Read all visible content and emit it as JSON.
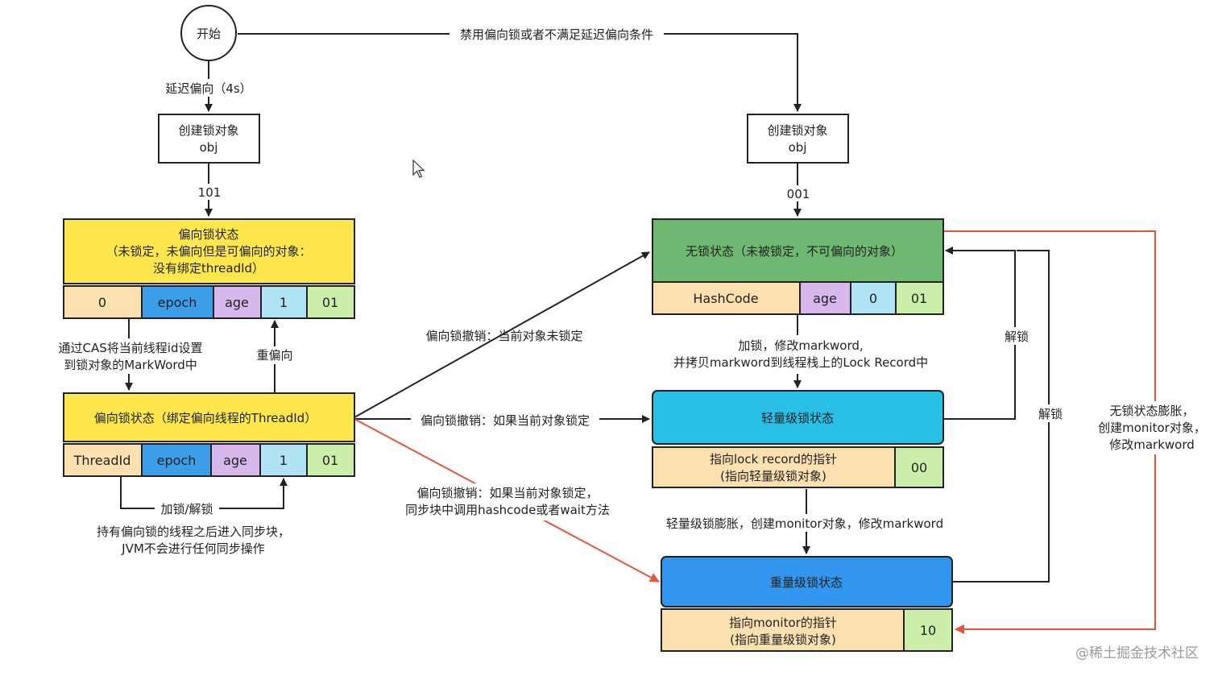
{
  "colors": {
    "yellow": "#fde74c",
    "peach": "#fce0b0",
    "blue": "#3c9ee8",
    "lavender": "#d7b8ec",
    "sky": "#b0e4f4",
    "lime": "#cbeeaa",
    "green": "#6fb872",
    "cyan": "#29bfe6",
    "heavy_blue": "#3296ee",
    "red": "#e8553a",
    "line": "#222222"
  },
  "start": {
    "label": "开始"
  },
  "edges": {
    "disable_bias": "禁用偏向锁或者不满足延迟偏向条件",
    "delay_bias": "延迟偏向（4s）",
    "bits_101": "101",
    "bits_001": "001",
    "cas_line1": "通过CAS将当前线程id设置",
    "cas_line2": "到锁对象的MarkWord中",
    "rebias": "重偏向",
    "revoke_unlocked": "偏向锁撤销：当前对象未锁定",
    "revoke_locked": "偏向锁撤销：如果当前对象锁定",
    "revoke_hash_line1": "偏向锁撤销：如果当前对象锁定，",
    "revoke_hash_line2": "同步块中调用hashcode或者wait方法",
    "lock_unlock": "加锁/解锁",
    "hold_line1": "持有偏向锁的线程之后进入同步块，",
    "hold_line2": "JVM不会进行任何同步操作",
    "lock_copy_line1": "加锁，修改markword,",
    "lock_copy_line2": "并拷贝markword到线程栈上的Lock Record中",
    "unlock_1": "解锁",
    "unlock_2": "解锁",
    "light_inflate": "轻量级锁膨胀，创建monitor对象，修改markword",
    "nolock_inflate_line1": "无锁状态膨胀，",
    "nolock_inflate_line2": "创建monitor对象，",
    "nolock_inflate_line3": "修改markword"
  },
  "create_left": {
    "line1": "创建锁对象",
    "line2": "obj"
  },
  "create_right": {
    "line1": "创建锁对象",
    "line2": "obj"
  },
  "biasable": {
    "line1": "偏向锁状态",
    "line2": "（未锁定，未偏向但是可偏向的对象：",
    "line3": "没有绑定threadId）",
    "cells": [
      "0",
      "epoch",
      "age",
      "1",
      "01"
    ]
  },
  "biased": {
    "title": "偏向锁状态（绑定偏向线程的ThreadId）",
    "cells": [
      "ThreadId",
      "epoch",
      "age",
      "1",
      "01"
    ]
  },
  "nolock": {
    "title": "无锁状态（未被锁定，不可偏向的对象）",
    "cells": [
      "HashCode",
      "age",
      "0",
      "01"
    ]
  },
  "light": {
    "title": "轻量级锁状态",
    "ptr_line1": "指向lock record的指针",
    "ptr_line2": "(指向轻量级锁对象)",
    "bits": "00"
  },
  "heavy": {
    "title": "重量级锁状态",
    "ptr_line1": "指向monitor的指针",
    "ptr_line2": "(指向重量级锁对象)",
    "bits": "10"
  },
  "watermark": "@稀土掘金技术社区"
}
